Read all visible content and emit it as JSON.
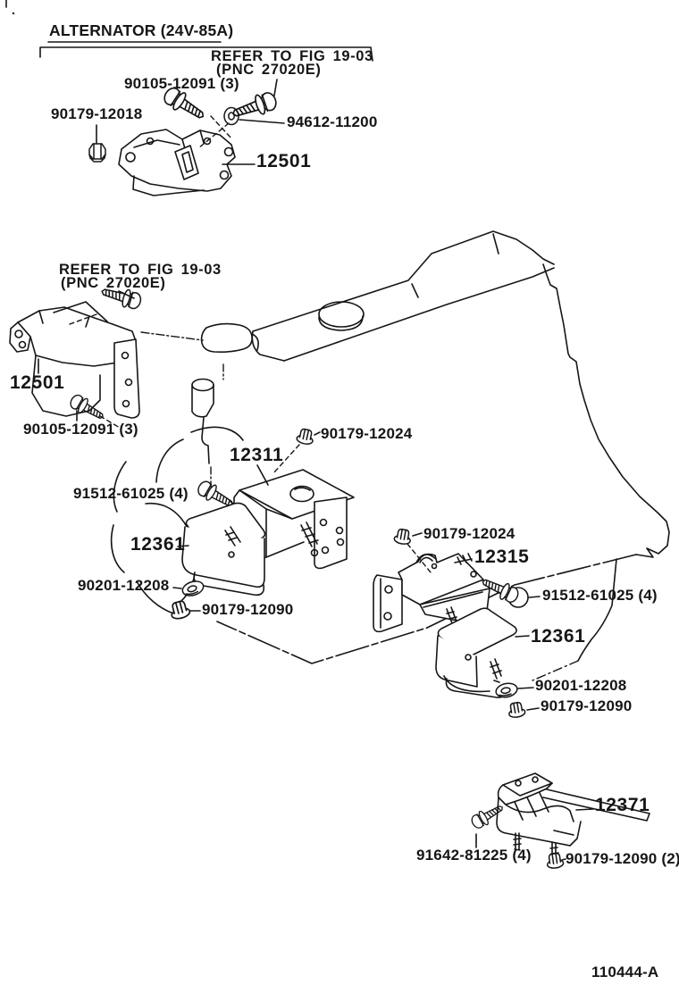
{
  "figure": {
    "code": "110444-A"
  },
  "notes": {
    "alternator": "ALTERNATOR (24V-85A)",
    "refer_top_line1": "REFER TO FIG 19-03",
    "refer_top_line2": "(PNC 27020E)",
    "refer_mid_line1": "REFER TO FIG 19-03",
    "refer_mid_line2": "(PNC 27020E)"
  },
  "parts": {
    "p12501_top": "12501",
    "p12501_mid": "12501",
    "p12311": "12311",
    "p12315": "12315",
    "p12361_left": "12361",
    "p12361_right": "12361",
    "p12371": "12371"
  },
  "hardware": {
    "bolt_90105_top": "90105-12091 (3)",
    "bolt_90105_mid": "90105-12091 (3)",
    "nut_90179_12018": "90179-12018",
    "washer_94612": "94612-11200",
    "nut_90179_12024_center": "90179-12024",
    "nut_90179_12024_right": "90179-12024",
    "bolt_91512_left": "91512-61025 (4)",
    "bolt_91512_right": "91512-61025 (4)",
    "washer_90201_left": "90201-12208",
    "washer_90201_right": "90201-12208",
    "nut_90179_12090_left": "90179-12090",
    "nut_90179_12090_right": "90179-12090",
    "bolt_91642": "91642-81225 (4)",
    "nut_90179_12090_bottom": "90179-12090 (2)"
  }
}
